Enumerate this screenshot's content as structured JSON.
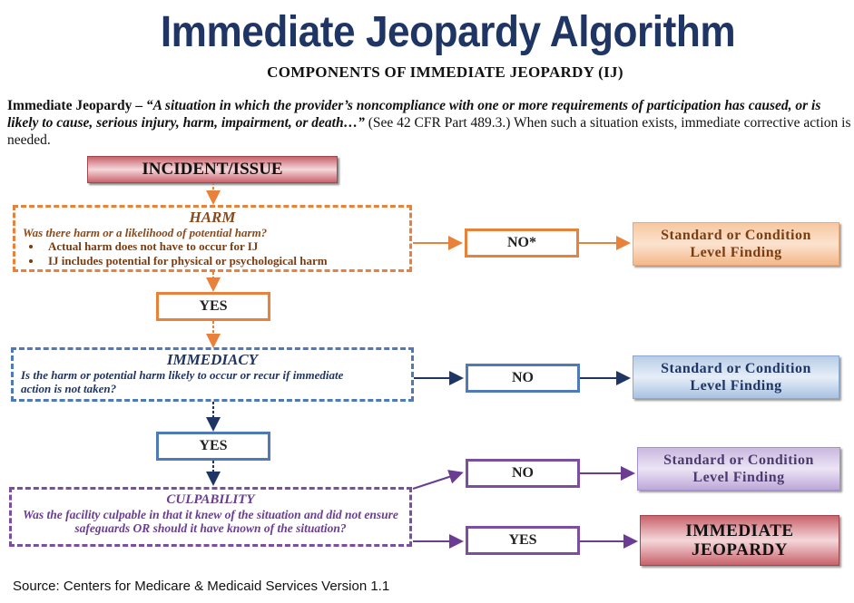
{
  "header": {
    "title": "Immediate Jeopardy Algorithm",
    "subtitle": "COMPONENTS OF IMMEDIATE JEOPARDY (IJ)"
  },
  "definition": {
    "lead": "Immediate Jeopardy – ",
    "quote": "“A situation in which the provider’s noncompliance with one or more requirements of participation has caused, or is likely to cause, serious injury, harm, impairment, or death…”",
    "tail": " (See 42 CFR Part 489.3.) When such a situation exists, immediate corrective action is needed."
  },
  "flow": {
    "start": "INCIDENT/ISSUE",
    "harm": {
      "title": "HARM",
      "question": "Was there harm or a likelihood of potential harm?",
      "bullets": [
        "Actual harm does not have to occur for IJ",
        "IJ includes potential for physical or psychological harm"
      ],
      "yes": "YES",
      "no": "NO*",
      "no_outcome_line1": "Standard or Condition",
      "no_outcome_line2": "Level Finding",
      "color": "#e8823a"
    },
    "immediacy": {
      "title": "IMMEDIACY",
      "question": "Is the harm or potential harm likely to occur or recur if immediate action is not taken?",
      "yes": "YES",
      "no": "NO",
      "no_outcome_line1": "Standard or Condition",
      "no_outcome_line2": "Level Finding",
      "color": "#4e7ab8"
    },
    "culpability": {
      "title": "CULPABILITY",
      "question": "Was the facility culpable in that it knew of the situation and did not ensure safeguards OR should it have known of the situation?",
      "yes": "YES",
      "no": "NO",
      "no_outcome_line1": "Standard or Condition",
      "no_outcome_line2": "Level Finding",
      "yes_outcome_line1": "IMMEDIATE",
      "yes_outcome_line2": "JEOPARDY",
      "color": "#7b4ea0"
    }
  },
  "footer": {
    "source": "Source: Centers for Medicare & Medicaid Services Version 1.1"
  }
}
